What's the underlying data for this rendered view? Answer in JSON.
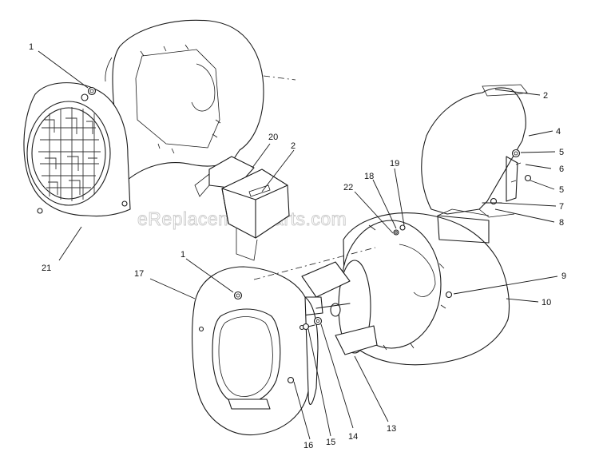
{
  "watermark": "eReplacementParts.com",
  "callouts": [
    {
      "id": "c1a",
      "text": "1"
    },
    {
      "id": "c2a",
      "text": "2"
    },
    {
      "id": "c4",
      "text": "4"
    },
    {
      "id": "c5a",
      "text": "5"
    },
    {
      "id": "c6",
      "text": "6"
    },
    {
      "id": "c5b",
      "text": "5"
    },
    {
      "id": "c7",
      "text": "7"
    },
    {
      "id": "c8",
      "text": "8"
    },
    {
      "id": "c20",
      "text": "20"
    },
    {
      "id": "c2b",
      "text": "2"
    },
    {
      "id": "c19",
      "text": "19"
    },
    {
      "id": "c18",
      "text": "18"
    },
    {
      "id": "c22",
      "text": "22"
    },
    {
      "id": "c21",
      "text": "21"
    },
    {
      "id": "c1b",
      "text": "1"
    },
    {
      "id": "c17",
      "text": "17"
    },
    {
      "id": "c9",
      "text": "9"
    },
    {
      "id": "c10",
      "text": "10"
    },
    {
      "id": "c13",
      "text": "13"
    },
    {
      "id": "c14",
      "text": "14"
    },
    {
      "id": "c15",
      "text": "15"
    },
    {
      "id": "c16",
      "text": "16"
    }
  ]
}
